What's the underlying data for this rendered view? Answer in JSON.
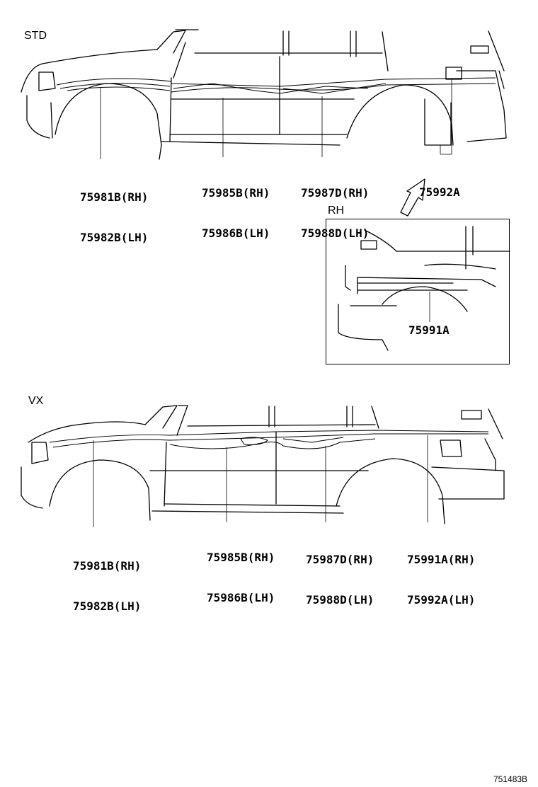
{
  "std": {
    "section_label": "STD",
    "callouts": [
      {
        "line1": "75981B(RH)",
        "line2": "75982B(LH)"
      },
      {
        "line1": "75985B(RH)",
        "line2": "75986B(LH)"
      },
      {
        "line1": "75987D(RH)",
        "line2": "75988D(LH)"
      },
      {
        "line1": "75992A",
        "line2": ""
      }
    ],
    "inset": {
      "label": "RH",
      "callout": "75991A"
    }
  },
  "vx": {
    "section_label": "VX",
    "callouts": [
      {
        "line1": "75981B(RH)",
        "line2": "75982B(LH)"
      },
      {
        "line1": "75985B(RH)",
        "line2": "75986B(LH)"
      },
      {
        "line1": "75987D(RH)",
        "line2": "75988D(LH)"
      },
      {
        "line1": "75991A(RH)",
        "line2": "75992A(LH)"
      }
    ]
  },
  "diagram_code": "751483B"
}
